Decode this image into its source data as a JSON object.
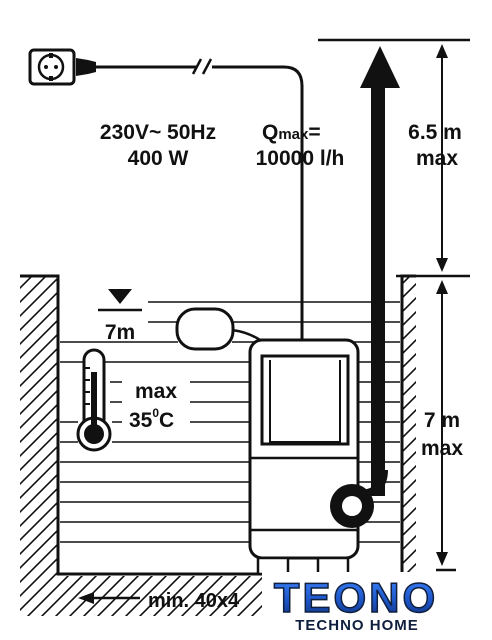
{
  "power": {
    "line1": "230V~ 50Hz",
    "line2": "400 W"
  },
  "flow": {
    "prefix": "Q",
    "sub": "max",
    "eq": "=",
    "value": "10000 l/h"
  },
  "lift": {
    "value": "6.5 m",
    "note": "max"
  },
  "depth": {
    "value": "7 m",
    "note": "max"
  },
  "water": {
    "level": "7m"
  },
  "temp": {
    "line1": "max",
    "num": "35",
    "sup": "0",
    "unit": "C"
  },
  "clearance": {
    "text": "min. 40x4"
  },
  "brand": {
    "name": "TEONO",
    "tagline": "TECHNO HOME"
  },
  "colors": {
    "ink": "#111111",
    "brand_blue": "#1d56c9",
    "brand_navy": "#0f1f3d"
  }
}
